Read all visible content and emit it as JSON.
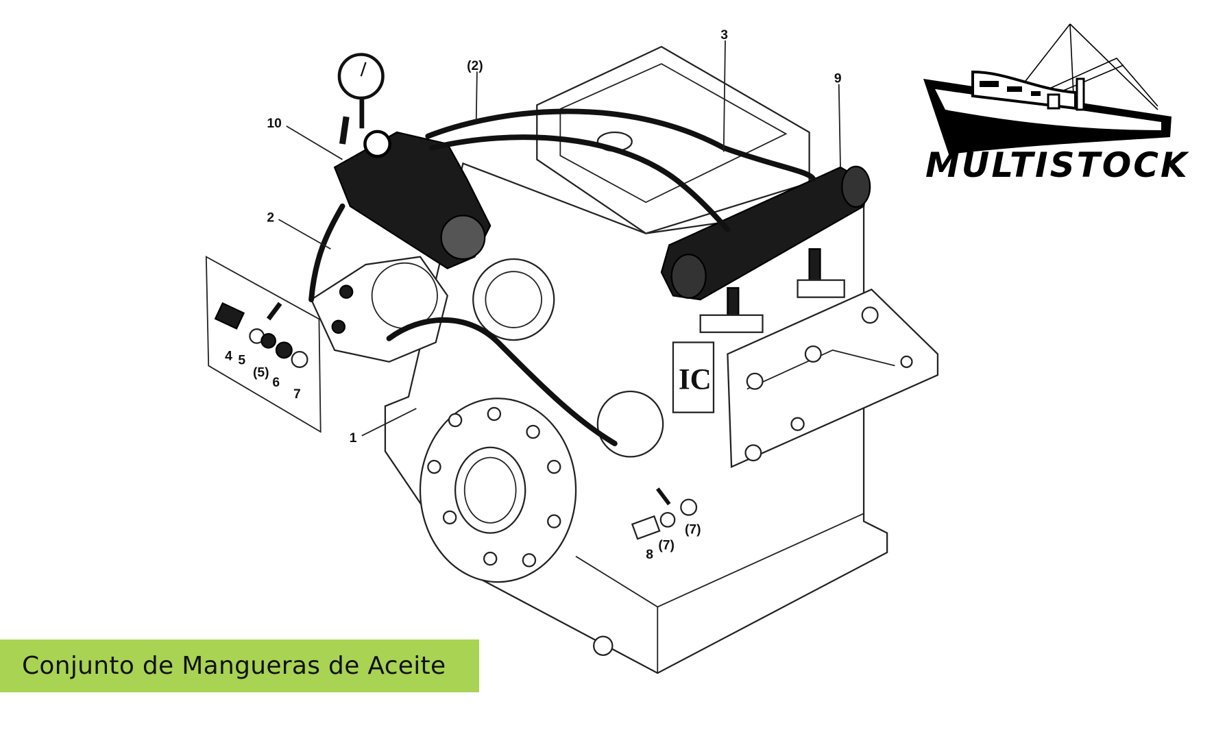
{
  "caption": "Conjunto de Mangueras de Aceite",
  "logo": {
    "brand": "MULTISTOCK"
  },
  "colors": {
    "banner": "#a8d353",
    "ink": "#111111"
  },
  "part_labels": {
    "p1": "1",
    "p2": "2",
    "p2b": "(2)",
    "p3": "3",
    "p4": "4",
    "p5": "5",
    "p5b": "(5)",
    "p6": "6",
    "p7": "7",
    "p7b": "(7)",
    "p7c": "(7)",
    "p8": "8",
    "p9": "9",
    "p10": "10"
  }
}
